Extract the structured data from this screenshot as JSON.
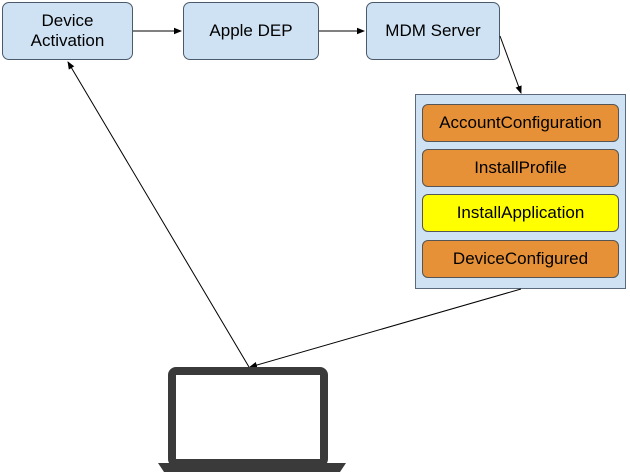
{
  "nodes": {
    "device_activation": [
      "Device",
      "Activation"
    ],
    "apple_dep": "Apple DEP",
    "mdm_server": "MDM Server"
  },
  "commands": [
    {
      "label": "AccountConfiguration",
      "color": "#e69138"
    },
    {
      "label": "InstallProfile",
      "color": "#e69138"
    },
    {
      "label": "InstallApplication",
      "color": "#ffff00"
    },
    {
      "label": "DeviceConfigured",
      "color": "#e69138"
    }
  ],
  "colors": {
    "node_fill": "#cfe2f3",
    "arrow": "#000000",
    "laptop": "#3a3a3a"
  },
  "icons": [
    "laptop-icon"
  ]
}
